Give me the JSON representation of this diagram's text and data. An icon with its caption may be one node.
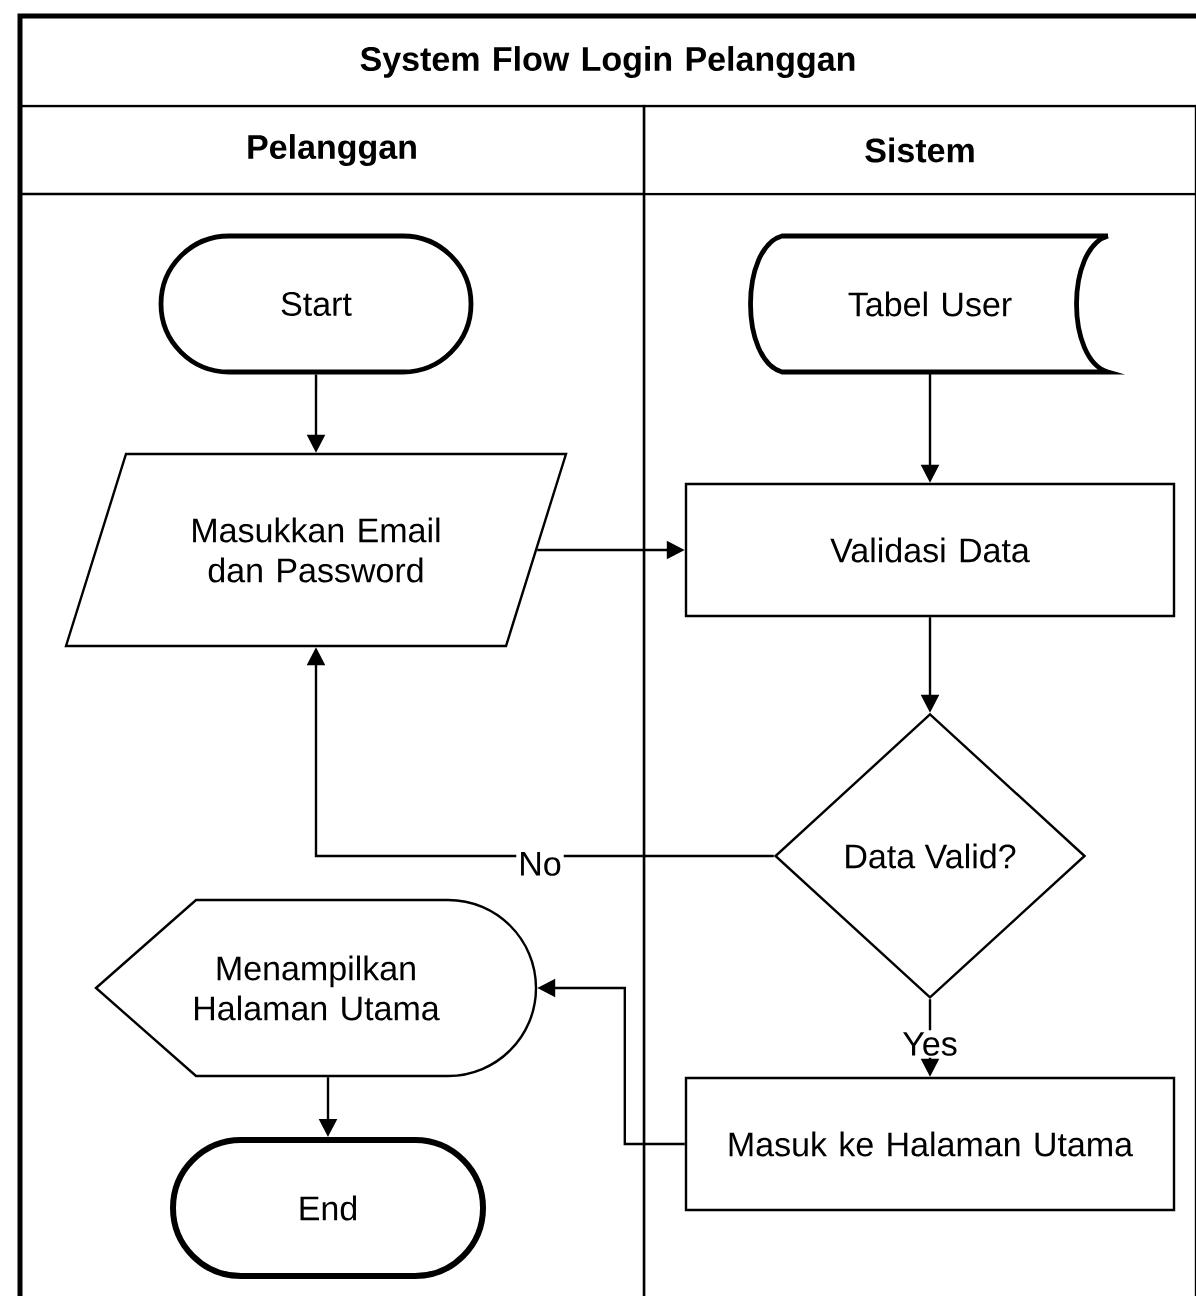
{
  "diagram": {
    "nodes": [
      {
        "text": [
          "System Flow Login Pelanggan"
        ]
      },
      {
        "text": [
          "Pelanggan"
        ],
        "in": 0
      },
      {
        "text": [
          "Sistem"
        ],
        "in": 0
      },
      {
        "text": [
          "Start"
        ],
        "in": 1
      },
      {
        "text": [
          "Tabel  User"
        ],
        "in": 2
      },
      {
        "text": [
          "Masukkan Email dan Password"
        ],
        "in": 1
      },
      {
        "text": [
          "Validasi Data"
        ],
        "in": 2
      },
      {
        "text": [
          "Data Valid?"
        ],
        "in": 2
      },
      {
        "text": [
          "Menampilkan Halaman Utama"
        ],
        "in": 1
      },
      {
        "text": [
          "End"
        ],
        "in": 1
      },
      {
        "text": [
          "Masuk ke Halaman Utama"
        ],
        "in": 2
      }
    ],
    "edges": [
      {
        "from": 3,
        "to": 5,
        "arrow": "to"
      },
      {
        "from": 4,
        "to": 6,
        "arrow": "to"
      },
      {
        "from": 5,
        "to": 6,
        "arrow": "to"
      },
      {
        "from": 6,
        "to": 7,
        "arrow": "to"
      },
      {
        "from": 7,
        "to": 5,
        "arrow": "to",
        "label": "No"
      },
      {
        "from": 7,
        "to": 10,
        "arrow": "to",
        "label": "Yes"
      },
      {
        "from": 10,
        "to": 8,
        "arrow": "to"
      },
      {
        "from": 8,
        "to": 9,
        "arrow": "to"
      }
    ]
  }
}
